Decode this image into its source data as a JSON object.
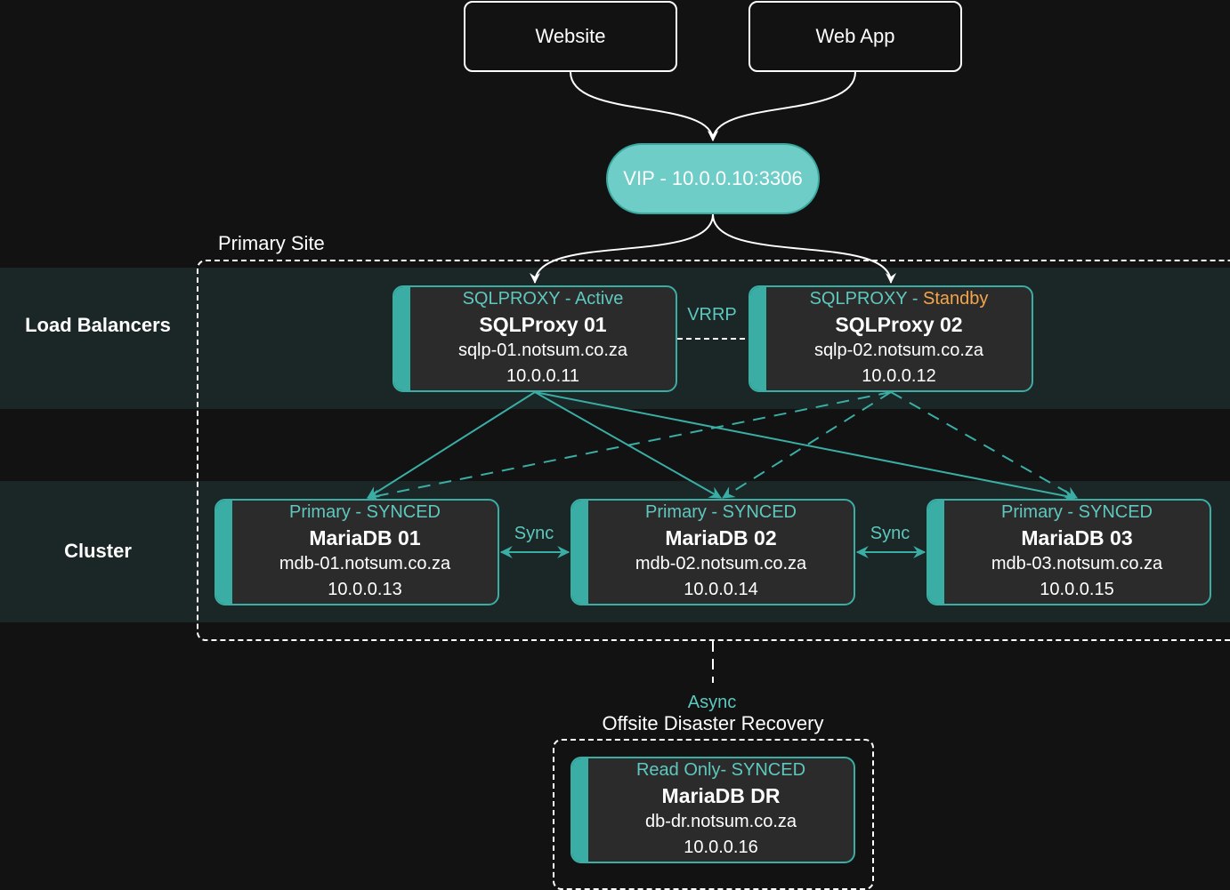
{
  "rows": {
    "load_balancers": "Load Balancers",
    "cluster": "Cluster"
  },
  "sites": {
    "primary": "Primary Site",
    "dr": "Offsite Disaster Recovery"
  },
  "apps": {
    "website": "Website",
    "webapp": "Web App"
  },
  "vip": "VIP - 10.0.0.10:3306",
  "proxies": [
    {
      "role": "SQLPROXY - ",
      "state": "Active",
      "name": "SQLProxy 01",
      "host": "sqlp-01.notsum.co.za",
      "ip": "10.0.0.11"
    },
    {
      "role": "SQLPROXY - ",
      "state": "Standby",
      "name": "SQLProxy 02",
      "host": "sqlp-02.notsum.co.za",
      "ip": "10.0.0.12"
    }
  ],
  "dbs": [
    {
      "status": "Primary - SYNCED",
      "name": "MariaDB 01",
      "host": "mdb-01.notsum.co.za",
      "ip": "10.0.0.13"
    },
    {
      "status": "Primary - SYNCED",
      "name": "MariaDB 02",
      "host": "mdb-02.notsum.co.za",
      "ip": "10.0.0.14"
    },
    {
      "status": "Primary - SYNCED",
      "name": "MariaDB 03",
      "host": "mdb-03.notsum.co.za",
      "ip": "10.0.0.15"
    }
  ],
  "dr_node": {
    "status": "Read Only- SYNCED",
    "name": "MariaDB DR",
    "host": "db-dr.notsum.co.za",
    "ip": "10.0.0.16"
  },
  "edges": {
    "vrrp": "VRRP",
    "sync": "Sync",
    "async": "Async"
  },
  "colors": {
    "background": "#121212",
    "band": "#1b2626",
    "teal": "#3aaea5",
    "teal_text": "#5ec8bf",
    "vip_fill": "#6ecdc7",
    "standby": "#f5a54a",
    "node_fill": "#2b2b2b"
  }
}
